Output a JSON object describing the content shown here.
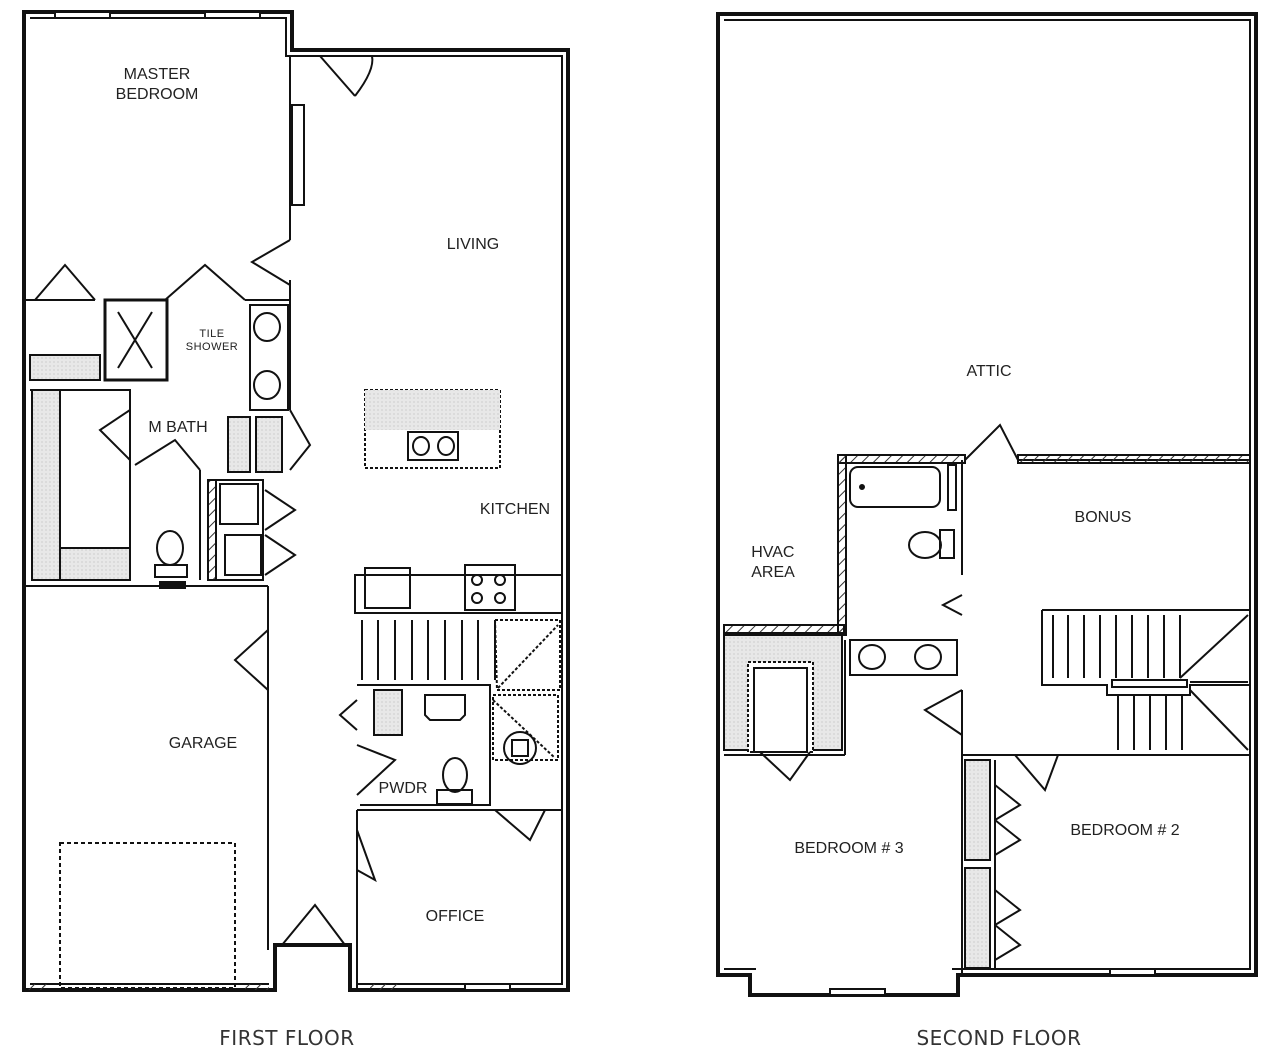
{
  "first_floor": {
    "caption": "FIRST FLOOR",
    "rooms": {
      "master_bedroom": "MASTER\nBEDROOM",
      "living": "LIVING",
      "tile_shower": "TILE\nSHOWER",
      "m_bath": "M BATH",
      "kitchen": "KITCHEN",
      "garage": "GARAGE",
      "pwdr": "PWDR",
      "office": "OFFICE"
    }
  },
  "second_floor": {
    "caption": "SECOND FLOOR",
    "rooms": {
      "attic": "ATTIC",
      "bonus": "BONUS",
      "hvac_area": "HVAC\nAREA",
      "bedroom_3": "BEDROOM # 3",
      "bedroom_2": "BEDROOM # 2"
    }
  },
  "colors": {
    "wall": "#111111",
    "fill_gray": "#e6e6e6",
    "text": "#222222"
  }
}
